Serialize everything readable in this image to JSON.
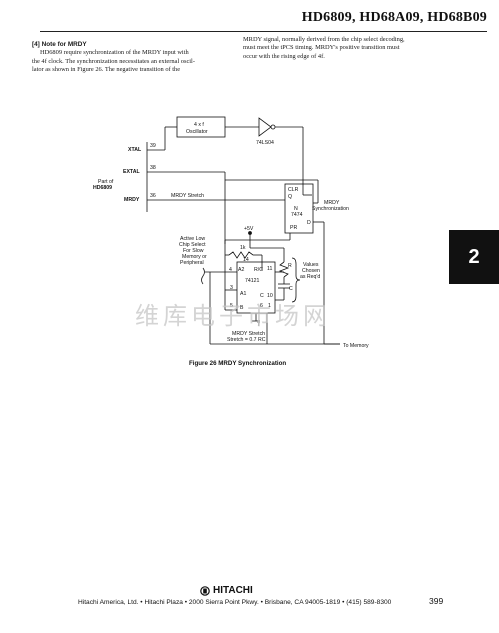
{
  "header": {
    "title": "HD6809, HD68A09, HD68B09"
  },
  "chapter_tab": "2",
  "body": {
    "note_label": "[4]  Note for MRDY",
    "left_lines": [
      "HD6809 require synchronization of the MRDY input with",
      "the 4f clock. The synchronization necessitates an external oscil-",
      "lator as shown in Figure 26. The negative transition of the"
    ],
    "right_lines": [
      "MRDY signal, normally derived from the chip select decoding,",
      "must meet the tPCS timing. MRDY's positive transition must",
      "occur with the rising edge of 4f."
    ]
  },
  "diagram": {
    "oscillator": [
      "4 x f",
      "Oscillator"
    ],
    "inverter_label": "74LS04",
    "pins": {
      "xtal": "XTAL",
      "extal": "EXTAL",
      "mrdy": "MRDY",
      "p39": "39",
      "p38": "38",
      "p36": "36"
    },
    "part_of": [
      "Part of",
      "HD6809"
    ],
    "mrdy_stretch": "MRDY Stretch",
    "ff": {
      "clr": "CLR",
      "q": "Q",
      "n": "N",
      "name": "7474",
      "pr": "PR",
      "d": "D"
    },
    "mrdy_sync": [
      "MRDY",
      "Synchronization"
    ],
    "vcc": "+5V",
    "active_low": [
      "Active Low",
      "Chip Select",
      "For Slow",
      "Memory or",
      "Peripheral"
    ],
    "oneshot": {
      "name": "74121",
      "rc": "R/C",
      "c": "C",
      "a2": "A2",
      "a1": "A1",
      "b": "B",
      "q": "Q",
      "qbar": "Q"
    },
    "oneshot_pins": {
      "p14": "14",
      "p11": "11",
      "p10": "10",
      "p4": "4",
      "p3": "3",
      "p5": "5",
      "p6": "6",
      "p1": "1",
      "p7": "7"
    },
    "res_1k": "1k",
    "r": "R",
    "c": "C",
    "values": [
      "Values",
      "Chosen",
      "as Req'd"
    ],
    "stretch": [
      "MRDY Stretch",
      "Stretch = 0.7 RC"
    ],
    "to_memory": "To Memory"
  },
  "figure_caption": "Figure 26   MRDY Synchronization",
  "watermark": "维库电子市场网",
  "footer": {
    "brand": "HITACHI",
    "address": "Hitachi America, Ltd. • Hitachi Plaza • 2000 Sierra Point Pkwy. • Brisbane, CA 94005-1819 • (415) 589-8300",
    "page": "399"
  }
}
